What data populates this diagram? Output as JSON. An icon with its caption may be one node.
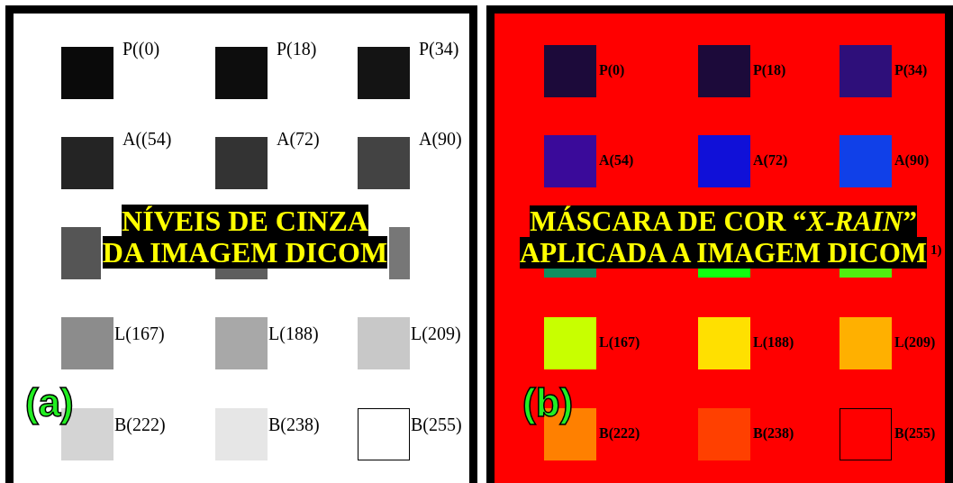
{
  "diagram": {
    "nodes": [
      {
        "text": [
          "NÍVEIS DE CINZA DA IMAGEM DICOM",
          "(a)"
        ]
      },
      {
        "text": [],
        "shape": "box",
        "in": 0,
        "beside": [
          "P((0)"
        ]
      },
      {
        "text": [],
        "shape": "box",
        "in": 0,
        "beside": [
          "P(18)"
        ]
      },
      {
        "text": [],
        "shape": "box",
        "in": 0,
        "beside": [
          "P(34)"
        ]
      },
      {
        "text": [],
        "shape": "box",
        "in": 0,
        "beside": [
          "A((54)"
        ]
      },
      {
        "text": [],
        "shape": "box",
        "in": 0,
        "beside": [
          "A(72)"
        ]
      },
      {
        "text": [],
        "shape": "box",
        "in": 0,
        "beside": [
          "A(90)"
        ]
      },
      {
        "text": [],
        "shape": "box",
        "in": 0
      },
      {
        "text": [],
        "shape": "box",
        "in": 0
      },
      {
        "text": [],
        "shape": "box",
        "in": 0
      },
      {
        "text": [],
        "shape": "box",
        "in": 0,
        "beside": [
          "L(167)"
        ]
      },
      {
        "text": [],
        "shape": "box",
        "in": 0,
        "beside": [
          "L(188)"
        ]
      },
      {
        "text": [],
        "shape": "box",
        "in": 0,
        "beside": [
          "L(209)"
        ]
      },
      {
        "text": [],
        "shape": "box",
        "in": 0,
        "beside": [
          "B(222)"
        ]
      },
      {
        "text": [],
        "shape": "box",
        "in": 0,
        "beside": [
          "B(238)"
        ]
      },
      {
        "text": [],
        "shape": "box",
        "in": 0,
        "beside": [
          "B(255)"
        ]
      },
      {
        "text": [
          "MÁSCARA DE COR “*X-RAIN*” APLICADA A IMAGEM DICOM",
          "(b)"
        ]
      },
      {
        "text": [],
        "shape": "box",
        "in": 16,
        "beside": [
          "P(0)"
        ]
      },
      {
        "text": [],
        "shape": "box",
        "in": 16,
        "beside": [
          "P(18)"
        ]
      },
      {
        "text": [],
        "shape": "box",
        "in": 16,
        "beside": [
          "P(34)"
        ]
      },
      {
        "text": [],
        "shape": "box",
        "in": 16,
        "beside": [
          "A(54)"
        ]
      },
      {
        "text": [],
        "shape": "box",
        "in": 16,
        "beside": [
          "A(72)"
        ]
      },
      {
        "text": [],
        "shape": "box",
        "in": 16,
        "beside": [
          "A(90)"
        ]
      },
      {
        "text": [],
        "shape": "box",
        "in": 16
      },
      {
        "text": [],
        "shape": "box",
        "in": 16
      },
      {
        "text": [],
        "shape": "box",
        "in": 16,
        "beside": [
          "1)"
        ]
      },
      {
        "text": [],
        "shape": "box",
        "in": 16,
        "beside": [
          "L(167)"
        ]
      },
      {
        "text": [],
        "shape": "box",
        "in": 16,
        "beside": [
          "L(188)"
        ]
      },
      {
        "text": [],
        "shape": "box",
        "in": 16,
        "beside": [
          "L(209)"
        ]
      },
      {
        "text": [],
        "shape": "box",
        "in": 16,
        "beside": [
          "B(222)"
        ]
      },
      {
        "text": [],
        "shape": "box",
        "in": 16,
        "beside": [
          "B(238)"
        ]
      },
      {
        "text": [],
        "shape": "box",
        "in": 16,
        "beside": [
          "B(255)"
        ]
      }
    ],
    "edges": []
  }
}
